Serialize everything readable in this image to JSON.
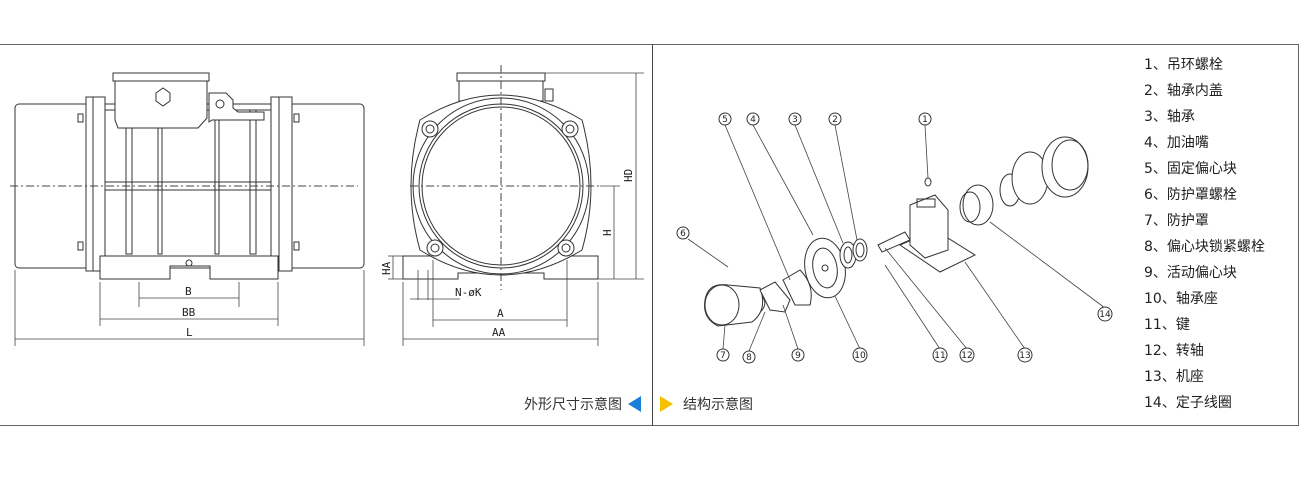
{
  "dimension_view": {
    "caption": "外形尺寸示意图",
    "caption_arrow_color": "#1a7fd6",
    "labels": {
      "B": "B",
      "BB": "BB",
      "L": "L",
      "HA": "HA",
      "NK": "N-øK",
      "A": "A",
      "AA": "AA",
      "H": "H",
      "HD": "HD"
    }
  },
  "structure_view": {
    "caption": "结构示意图",
    "caption_arrow_color": "#f5c000",
    "balloons": [
      "1",
      "2",
      "3",
      "4",
      "5",
      "6",
      "7",
      "8",
      "9",
      "10",
      "11",
      "12",
      "13",
      "14"
    ],
    "legend": [
      "1、吊环螺栓",
      "2、轴承内盖",
      "3、轴承",
      "4、加油嘴",
      "5、固定偏心块",
      "6、防护罩螺栓",
      "7、防护罩",
      "8、偏心块锁紧螺栓",
      "9、活动偏心块",
      "10、轴承座",
      "11、键",
      "12、转轴",
      "13、机座",
      "14、定子线圈"
    ]
  }
}
